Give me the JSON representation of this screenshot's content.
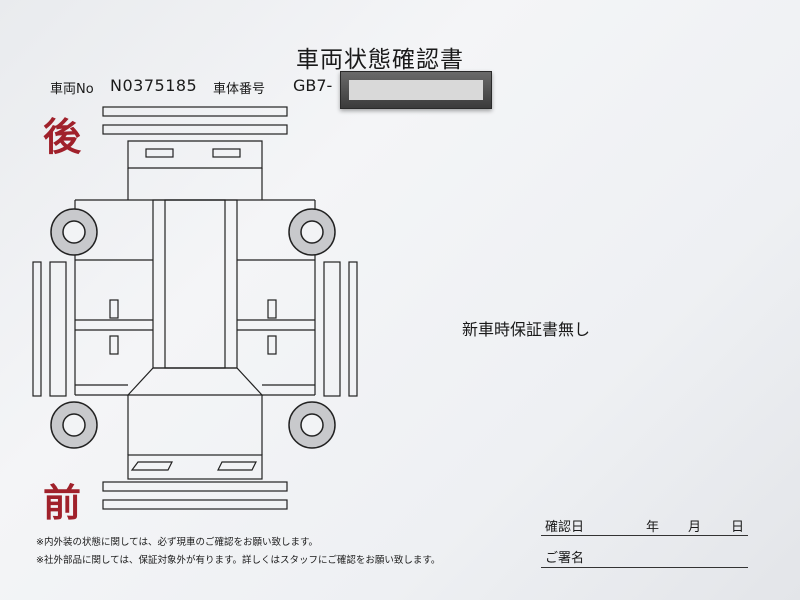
{
  "document": {
    "title": "車両状態確認書",
    "vehicle_no_label": "車両No",
    "vehicle_no": "N0375185",
    "chassis_no_label": "車体番号",
    "chassis_no": "GB7-"
  },
  "diagram": {
    "rear_label": "後",
    "front_label": "前"
  },
  "remark": "新車時保証書無し",
  "notes": [
    "※内外装の状態に関しては、必ず現車のご確認をお願い致します。",
    "※社外部品に関しては、保証対象外が有ります。詳しくはスタッフにご確認をお願い致します。"
  ],
  "sign": {
    "date_label": "確認日",
    "year": "年",
    "month": "月",
    "day": "日",
    "signature_label": "ご署名"
  }
}
